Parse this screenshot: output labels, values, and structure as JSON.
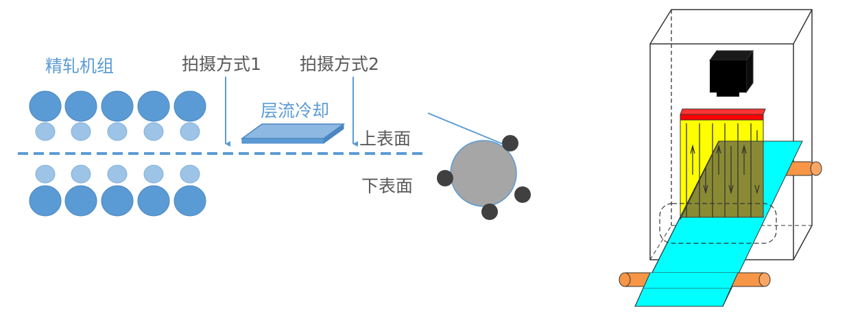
{
  "labels": {
    "finishing_mill": "精轧机组",
    "shooting_method_1": "拍摄方式1",
    "shooting_method_2": "拍摄方式2",
    "laminar_cooling": "层流冷却",
    "upper_surface": "上表面",
    "lower_surface": "下表面"
  },
  "colors": {
    "roll_large": "#5b9bd5",
    "roll_small": "#9dc3e6",
    "strip_line": "#5b9bd5",
    "coiler_drum": "#a6a6a6",
    "coiler_roll": "#404040",
    "camera": "#000000",
    "light_bar": "#ff0000",
    "light_box": "#ffff00",
    "strip_plate": "#00ffff",
    "guide_roller": "#f79646"
  },
  "icons": [
    "camera-icon",
    "light-source-icon",
    "roller-icon"
  ]
}
